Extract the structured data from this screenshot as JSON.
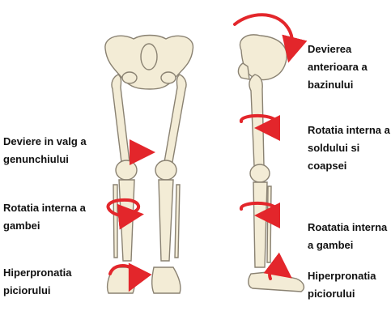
{
  "labels_left": {
    "valgus": [
      "Deviere in valg a",
      "genunchiului"
    ],
    "tibial_rotation": [
      "Rotatia interna a",
      "gambei"
    ],
    "pronation": [
      "Hiperpronatia",
      "piciorului"
    ]
  },
  "labels_right": {
    "pelvis": [
      "Devierea",
      "anterioara a",
      "bazinului"
    ],
    "hip_rotation": [
      "Rotatia interna a",
      "soldului si",
      "coapsei"
    ],
    "tibial_rotation": [
      "Roatatia interna",
      "a gambei"
    ],
    "pronation": [
      "Hiperpronatia",
      "piciorului"
    ]
  },
  "colors": {
    "bone_fill": "#f3ecd6",
    "bone_stroke": "#8a8272",
    "arrow": "#e3262b",
    "text": "#111111"
  },
  "icons": [
    "front-skeleton-legs",
    "side-skeleton-leg",
    "red-rotation-arrow"
  ]
}
